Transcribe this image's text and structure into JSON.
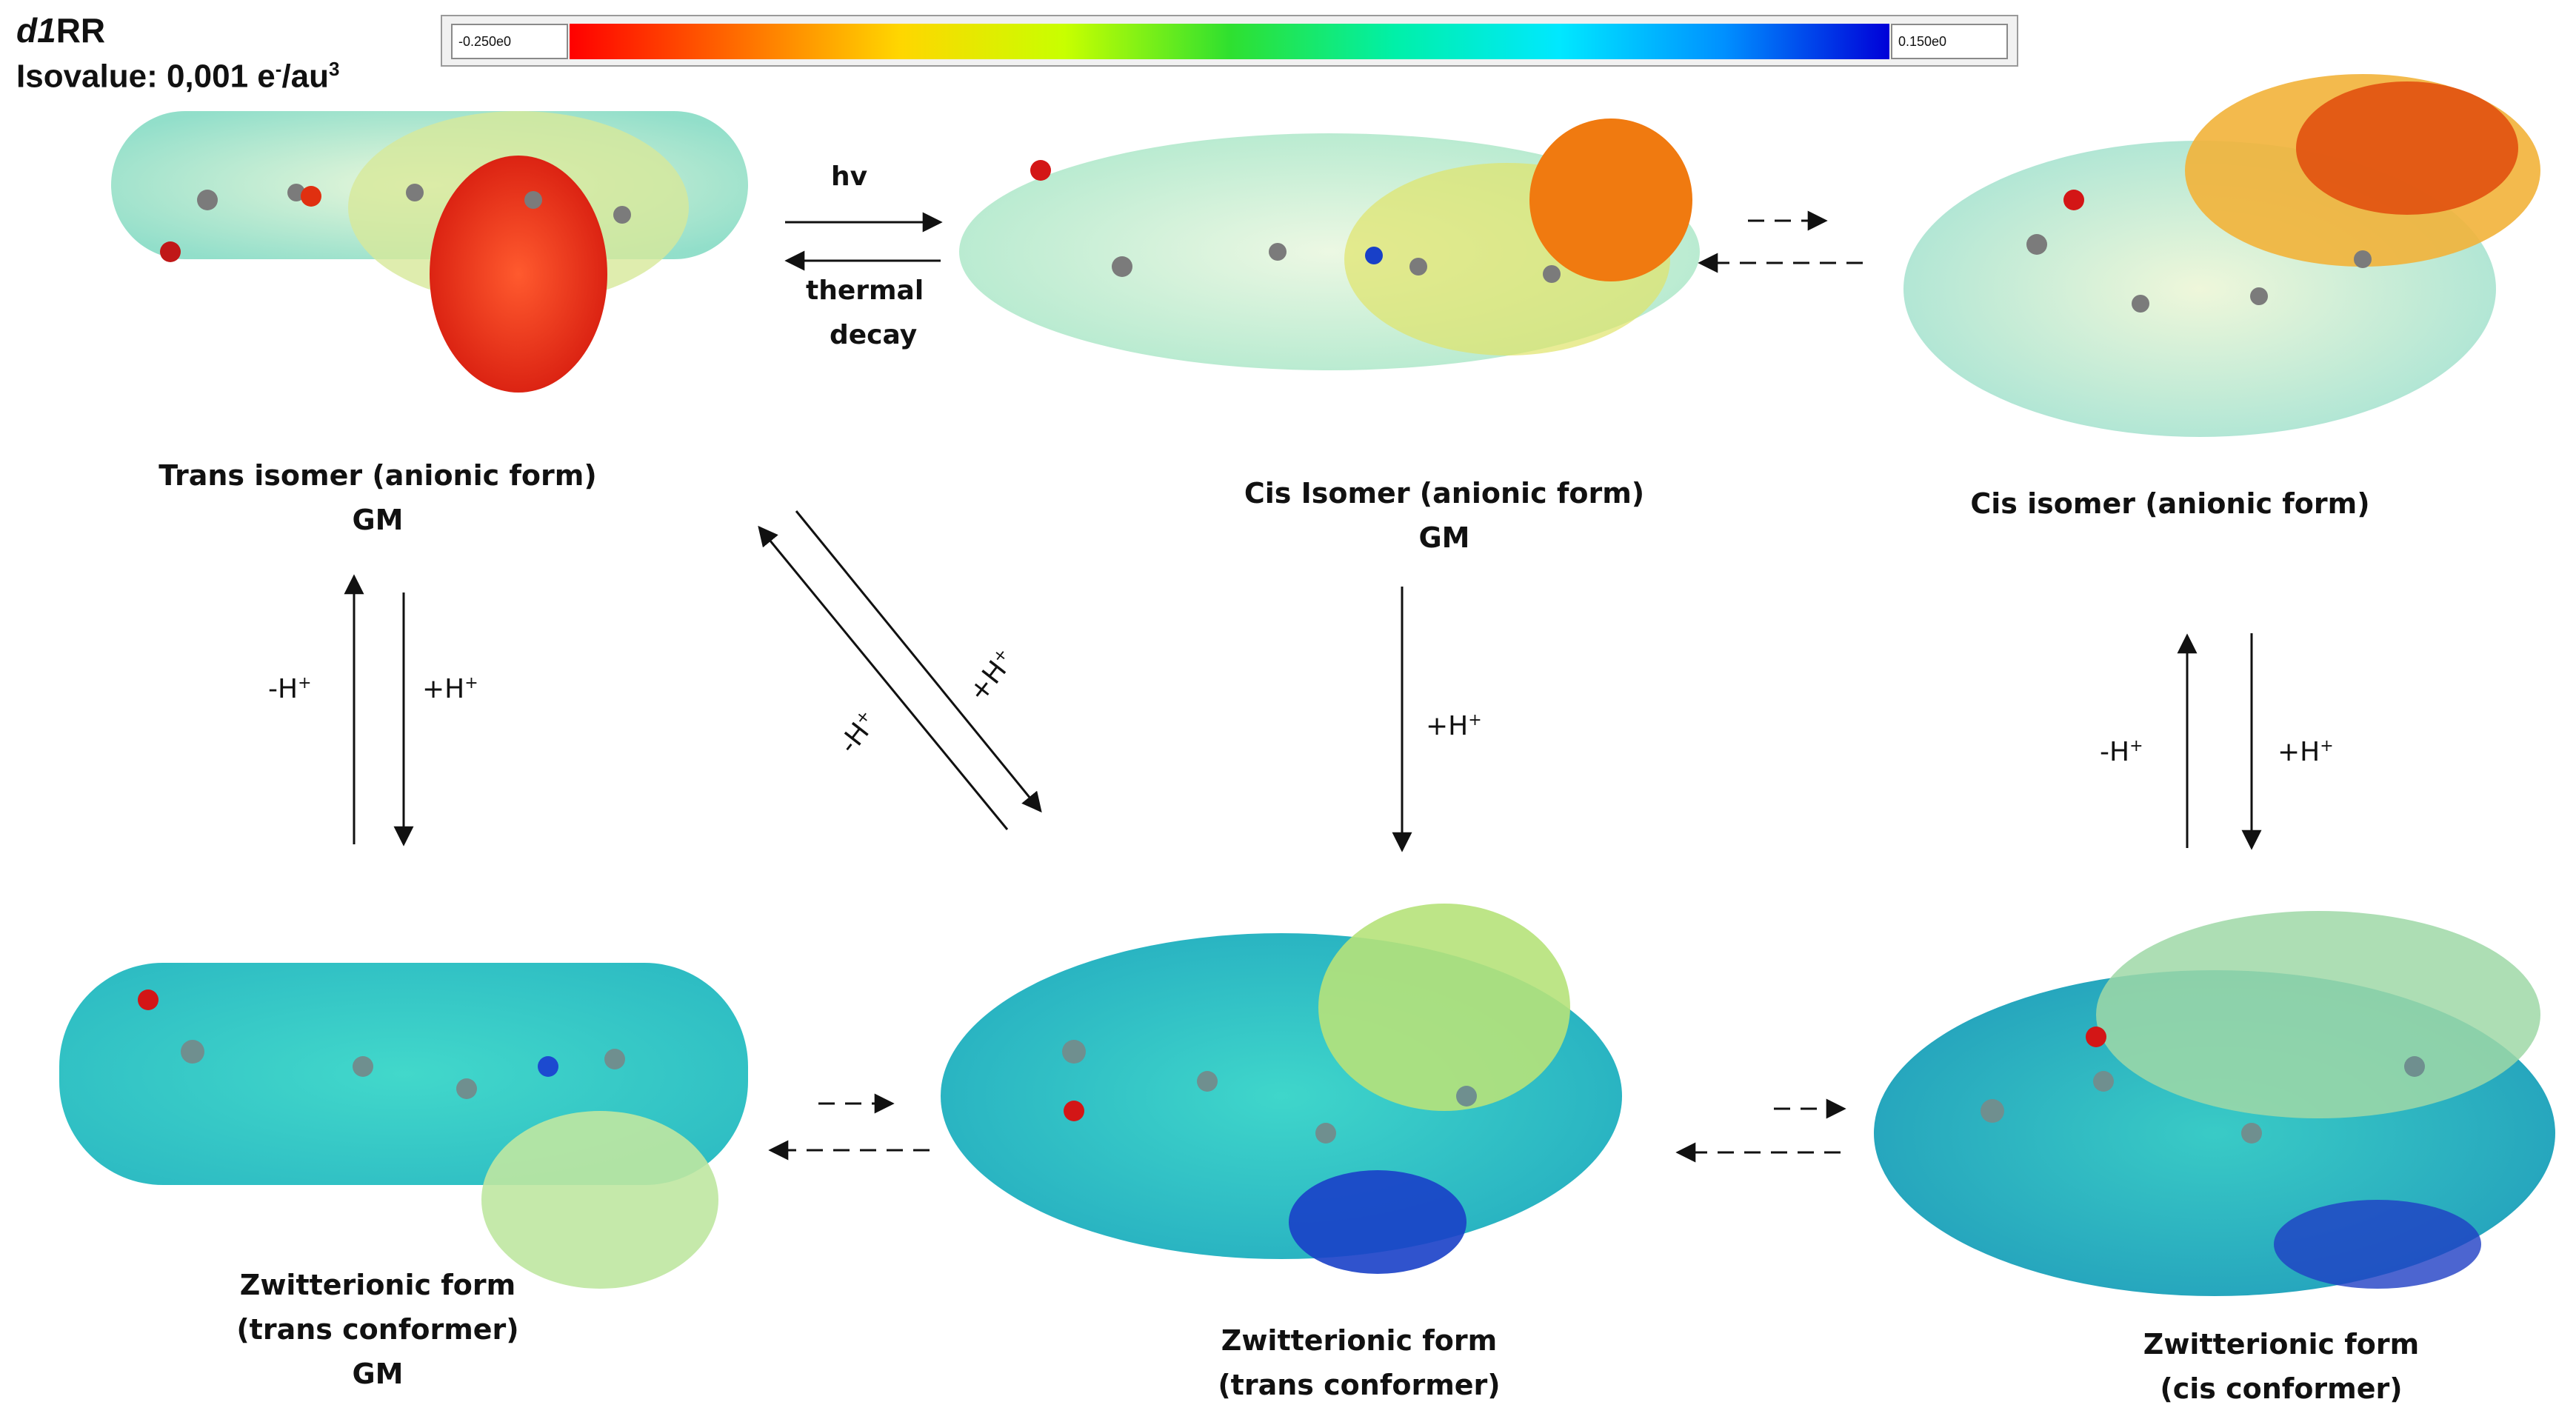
{
  "header": {
    "title_prefix": "d1",
    "title_suffix": "RR",
    "isovalue_text": "Isovalue: 0,001 e",
    "isovalue_sup_minus": "-",
    "isovalue_unit": "/au",
    "isovalue_sup_3": "3"
  },
  "colorbar": {
    "min_label": "-0.250e0",
    "max_label": "0.150e0",
    "colors": [
      "#ff0000",
      "#ff6a00",
      "#ffd600",
      "#c8ff00",
      "#2fe02f",
      "#00f0a8",
      "#00e8ff",
      "#0090ff",
      "#0000d8"
    ]
  },
  "structures": {
    "trans_anionic": {
      "line1": "Trans isomer (anionic form)",
      "line2": "GM"
    },
    "cis_anionic_gm": {
      "line1": "Cis Isomer (anionic form)",
      "line2": "GM"
    },
    "cis_anionic": {
      "line1": "Cis isomer (anionic form)"
    },
    "zw_trans_gm": {
      "line1": "Zwitterionic form",
      "line2": "(trans conformer)",
      "line3": "GM"
    },
    "zw_trans": {
      "line1": "Zwitterionic form",
      "line2": "(trans conformer)"
    },
    "zw_cis": {
      "line1": "Zwitterionic form",
      "line2": "(cis conformer)"
    }
  },
  "reactions": {
    "photo": "hv",
    "thermal_line1": "thermal",
    "thermal_line2": "decay",
    "minus_h": "-H",
    "plus_h": "+H",
    "charge_sign": "+"
  }
}
